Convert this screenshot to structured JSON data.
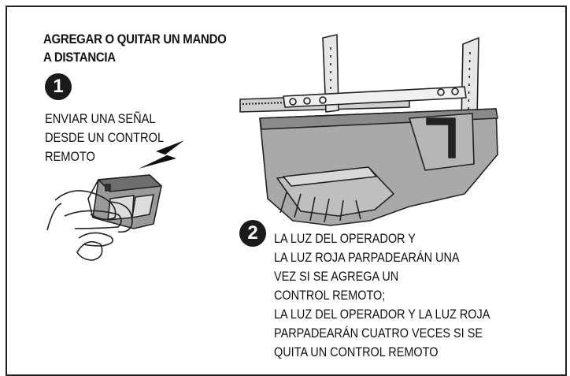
{
  "section_title_lines": [
    "AGREGAR O QUITAR UN MANDO",
    "A DISTANCIA"
  ],
  "step1": {
    "number": "1",
    "lines": [
      "ENVIAR UNA SEÑAL",
      "DESDE UN CONTROL",
      "REMOTO"
    ]
  },
  "step2": {
    "number": "2",
    "lines": [
      "LA LUZ DEL OPERADOR Y",
      "LA LUZ ROJA PARPADEARÁN UNA",
      "VEZ SI SE AGREGA UN",
      "CONTROL REMOTO;",
      "LA LUZ DEL OPERADOR Y LA LUZ ROJA",
      "PARPADEARÁN CUATRO VECES SI SE",
      "QUITA UN CONTROL REMOTO"
    ]
  }
}
